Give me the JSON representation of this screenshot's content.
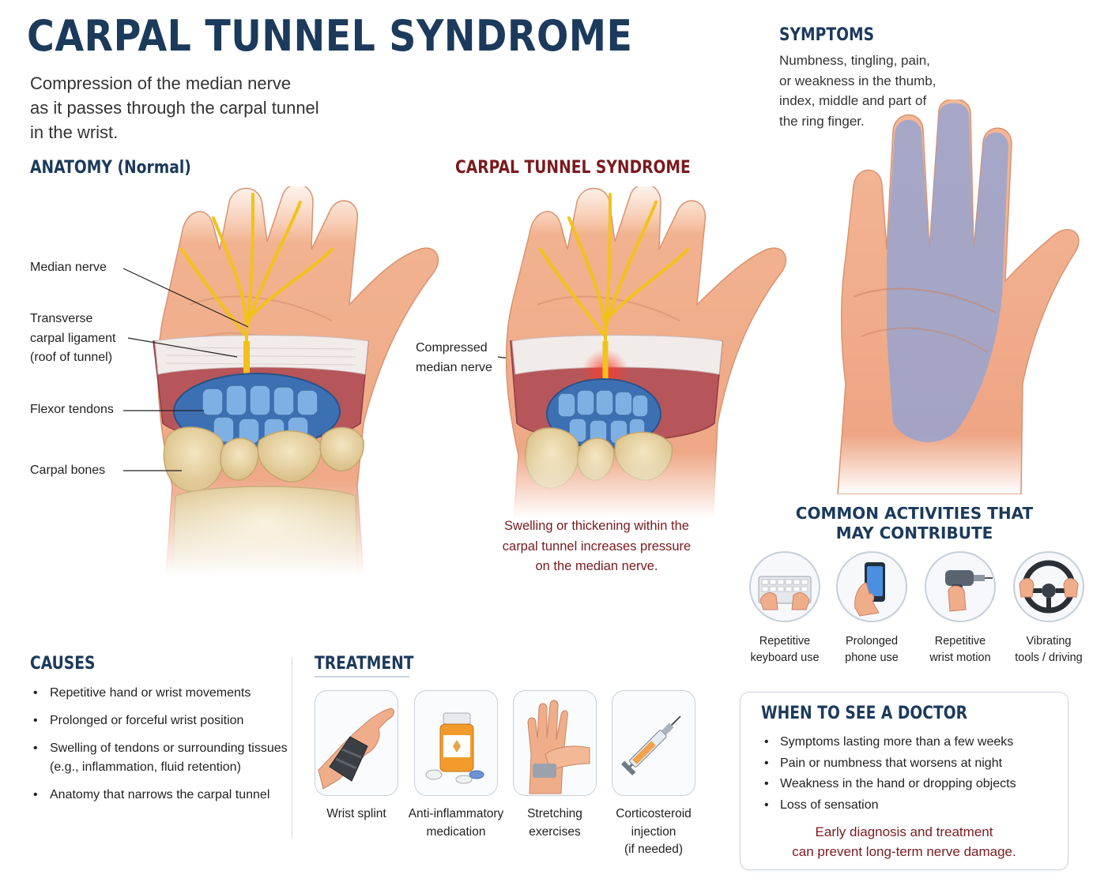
{
  "title": "CARPAL TUNNEL SYNDROME",
  "intro": [
    "Compression of the median nerve",
    "as it passes through the carpal tunnel",
    "in the wrist."
  ],
  "anatomy": {
    "heading": "ANATOMY (Normal)",
    "labels": {
      "median_nerve": "Median nerve",
      "ligament": [
        "Transverse",
        "carpal ligament",
        "(roof of tunnel)"
      ],
      "flexor_tendons": "Flexor tendons",
      "carpal_bones": "Carpal bones"
    }
  },
  "cts": {
    "heading": "CARPAL TUNNEL SYNDROME",
    "compressed_label": [
      "Compressed",
      "median nerve"
    ],
    "caption": [
      "Swelling or thickening within the",
      "carpal tunnel increases pressure",
      "on the median nerve."
    ]
  },
  "symptoms": {
    "heading": "SYMPTOMS",
    "text": [
      "Numbness, tingling, pain,",
      "or weakness in the thumb,",
      "index, middle and part of",
      "the ring finger."
    ]
  },
  "activities": {
    "heading": [
      "COMMON ACTIVITIES THAT",
      "MAY CONTRIBUTE"
    ],
    "items": [
      {
        "label": [
          "Repetitive",
          "keyboard use"
        ],
        "icon": "keyboard-icon"
      },
      {
        "label": [
          "Prolonged",
          "phone use"
        ],
        "icon": "phone-icon"
      },
      {
        "label": [
          "Repetitive",
          "wrist motion"
        ],
        "icon": "drill-icon"
      },
      {
        "label": [
          "Vibrating",
          "tools / driving"
        ],
        "icon": "steering-wheel-icon"
      }
    ]
  },
  "causes": {
    "heading": "CAUSES",
    "items": [
      [
        "Repetitive hand or wrist movements"
      ],
      [
        "Prolonged or forceful wrist position"
      ],
      [
        "Swelling of tendons or surrounding tissues",
        "(e.g., inflammation, fluid retention)"
      ],
      [
        "Anatomy that narrows the carpal tunnel"
      ]
    ]
  },
  "treatment": {
    "heading": "TREATMENT",
    "items": [
      {
        "label": [
          "Wrist splint"
        ],
        "icon": "wrist-splint-icon"
      },
      {
        "label": [
          "Anti-inflammatory",
          "medication"
        ],
        "icon": "pill-bottle-icon"
      },
      {
        "label": [
          "Stretching",
          "exercises"
        ],
        "icon": "stretching-hand-icon"
      },
      {
        "label": [
          "Corticosteroid",
          "injection",
          "(if needed)"
        ],
        "icon": "syringe-icon"
      }
    ]
  },
  "doctor": {
    "heading": "WHEN TO SEE A DOCTOR",
    "items": [
      "Symptoms lasting more than a few weeks",
      "Pain or numbness that worsens at night",
      "Weakness in the hand or dropping objects",
      "Loss of sensation"
    ],
    "note": [
      "Early diagnosis and treatment",
      "can prevent long-term nerve damage."
    ]
  },
  "colors": {
    "heading_blue": "#1b3a5c",
    "heading_red": "#7a1a1f",
    "skin": "#f2b28f",
    "nerve": "#f2c21c",
    "tendon": "#6f9fd6",
    "bone": "#ead6a8",
    "symptom_overlay": "#8fa3d6"
  }
}
